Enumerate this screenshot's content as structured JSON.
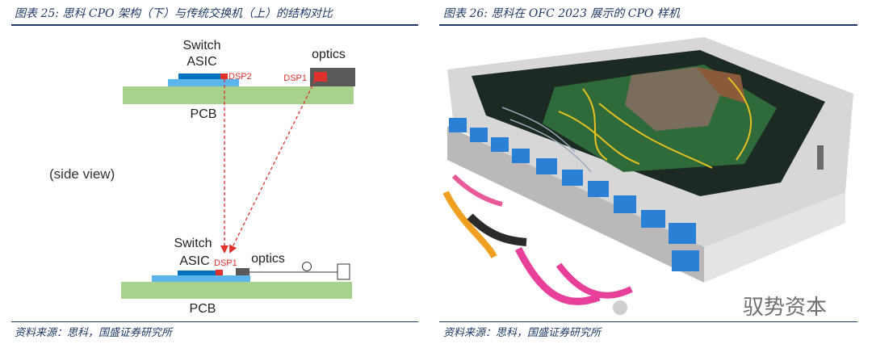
{
  "left_figure": {
    "title": "图表 25: 思科 CPO 架构（下）与传统交换机（上）的结构对比",
    "source": "资料来源：思科，国盛证券研究所",
    "diagram": {
      "top_switch_line1": "Switch",
      "top_switch_line2": "ASIC",
      "top_dsp": "DSP2",
      "top_optics": "optics",
      "top_optics_dsp": "DSP1",
      "top_pcb": "PCB",
      "side_view": "(side view)",
      "bottom_switch_line1": "Switch",
      "bottom_switch_line2": "ASIC",
      "bottom_dsp": "DSP1",
      "bottom_optics": "optics",
      "bottom_pcb": "PCB"
    }
  },
  "right_figure": {
    "title": "图表 26: 思科在 OFC 2023 展示的 CPO 样机",
    "source": "资料来源：思科，国盛证券研究所",
    "watermark": "驭势资本"
  },
  "colors": {
    "title_blue": "#1f3864",
    "pcb_green": "#a9d18e",
    "asic_blue": "#0070c0",
    "substrate_blue": "#5bb5e8",
    "dsp_red": "#e0312c",
    "optics_gray": "#595959",
    "arrow_red": "#e0312c"
  }
}
